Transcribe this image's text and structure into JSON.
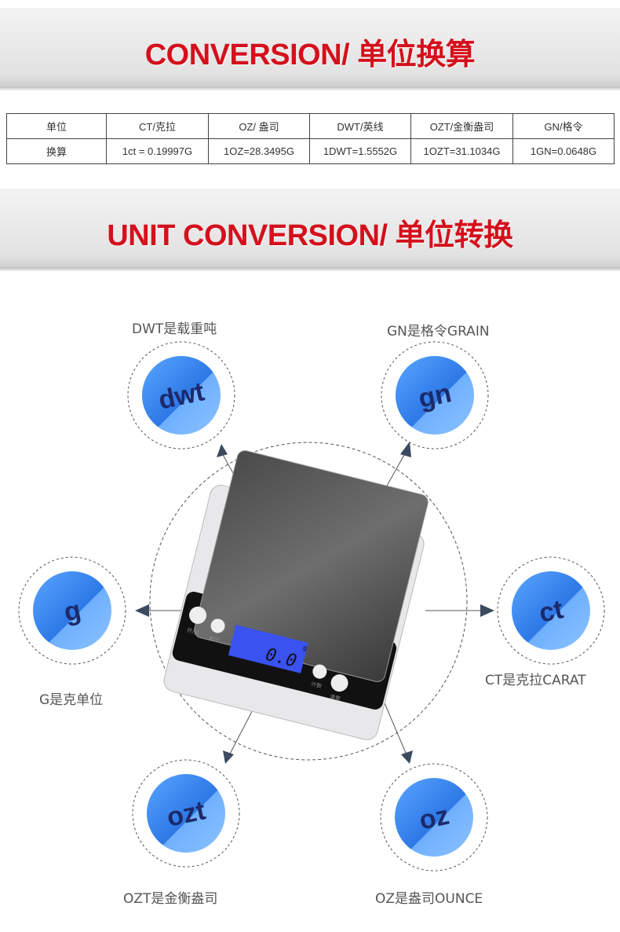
{
  "section1": {
    "title": "CONVERSION/ 单位换算"
  },
  "table": {
    "header": [
      "单位",
      "CT/克拉",
      "OZ/  盎司",
      "DWT/英线",
      "OZT/金衡盎司",
      "GN/格令"
    ],
    "row": [
      "换算",
      "1ct = 0.19997G",
      "1OZ=28.3495G",
      "1DWT=1.5552G",
      "1OZT=31.1034G",
      "1GN=0.0648G"
    ]
  },
  "section2": {
    "title": "UNIT CONVERSION/ 单位转换"
  },
  "units": [
    {
      "symbol": "dwt",
      "label": "DWT是载重吨"
    },
    {
      "symbol": "gn",
      "label": "GN是格令GRAIN"
    },
    {
      "symbol": "g",
      "label": "G是克单位"
    },
    {
      "symbol": "ct",
      "label": "CT是克拉CARAT"
    },
    {
      "symbol": "ozt",
      "label": "OZT是金衡盎司"
    },
    {
      "symbol": "oz",
      "label": "OZ是盎司OUNCE"
    }
  ],
  "scale": {
    "display": "0.0",
    "unit": "g",
    "buttons": [
      "开/关",
      "单位",
      "计数",
      "清零"
    ]
  },
  "colors": {
    "title_red": "#d4101c",
    "badge_blue": "#2f7de8"
  }
}
